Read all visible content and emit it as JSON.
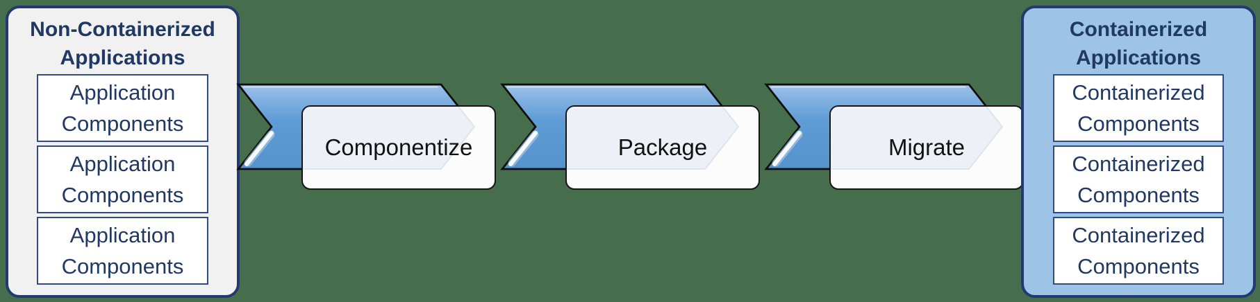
{
  "colors": {
    "background": "#466e4d",
    "panel_border_navy": "#223a6e",
    "navy_text": "#1f3864",
    "inner_box_border": "#2e4a87",
    "left_panel_bg": "#f1f1f1",
    "right_panel_bg": "#9dc3e6",
    "chevron_blue": "#5b9bd5",
    "chevron_blue_light": "#9cc1e8",
    "chevron_outline": "#0e0e0e",
    "step_box_bg": "#fcfcfd",
    "step_box_border": "#151515",
    "step_text": "#111111",
    "ghost_fill": "#edf1f7",
    "ghost_stroke": "#dde4ec"
  },
  "left_panel": {
    "title_line1": "Non-Containerized",
    "title_line2": "Applications",
    "items": [
      "Application Components",
      "Application Components",
      "Application Components"
    ]
  },
  "steps": [
    {
      "label": "Componentize"
    },
    {
      "label": "Package"
    },
    {
      "label": "Migrate"
    }
  ],
  "right_panel": {
    "title_line1": "Containerized",
    "title_line2": "Applications",
    "items": [
      "Containerized Components",
      "Containerized Components",
      "Containerized Components"
    ]
  }
}
